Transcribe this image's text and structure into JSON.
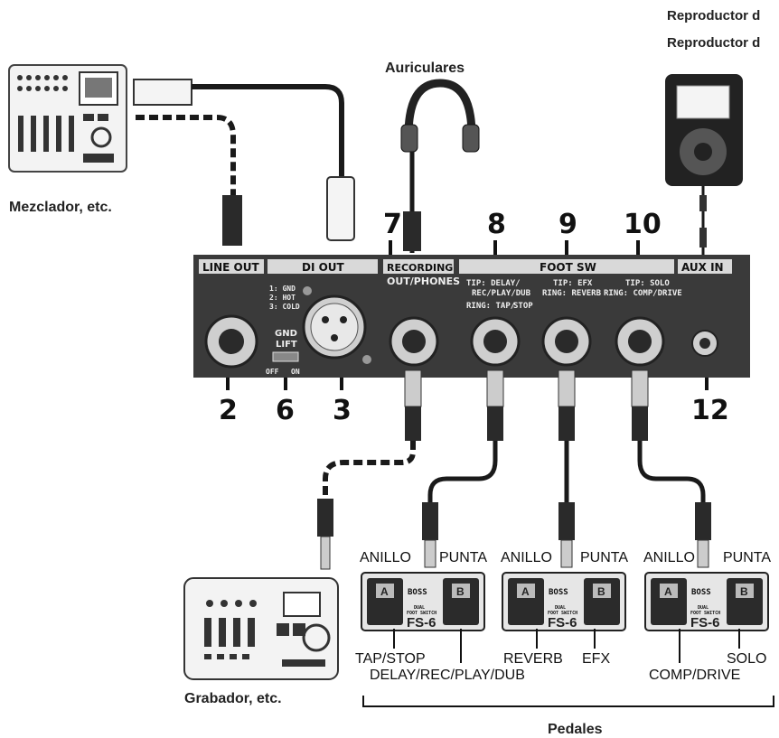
{
  "labels": {
    "player_1": "Reproductor d",
    "player_2": "Reproductor d",
    "headphones": "Auriculares",
    "mixer": "Mezclador, etc.",
    "recorder": "Grabador, etc.",
    "pedals": "Pedales"
  },
  "panel": {
    "line_out": "LINE OUT",
    "di_out": "DI OUT",
    "recording_out_1": "RECORDING",
    "recording_out_2": "OUT/PHONES",
    "foot_sw": "FOOT SW",
    "aux_in": "AUX IN",
    "di_pins_1": "1: GND",
    "di_pins_2": "2: HOT",
    "di_pins_3": "3: COLD",
    "gnd": "GND",
    "lift": "LIFT",
    "off": "OFF",
    "on": "ON",
    "fsw8_1": "TIP: DELAY/",
    "fsw8_2": "REC/PLAY/DUB",
    "fsw8_3": "RING: TAP/",
    "fsw8_4": "STOP",
    "fsw9_1": "TIP: EFX",
    "fsw9_2": "RING: REVERB",
    "fsw10_1": "TIP: SOLO",
    "fsw10_2": "RING: COMP/DRIVE"
  },
  "callouts": {
    "n7": "7",
    "n8": "8",
    "n9": "9",
    "n10": "10",
    "n2": "2",
    "n6": "6",
    "n3": "3",
    "n12": "12"
  },
  "pedal_units": [
    {
      "ring": "ANILLO",
      "tip": "PUNTA",
      "a": "A",
      "b": "B",
      "brand": "BOSS",
      "model": "FS-6",
      "dual": "DUAL",
      "foot": "FOOT SWITCH"
    },
    {
      "ring": "ANILLO",
      "tip": "PUNTA",
      "a": "A",
      "b": "B",
      "brand": "BOSS",
      "model": "FS-6",
      "dual": "DUAL",
      "foot": "FOOT SWITCH"
    },
    {
      "ring": "ANILLO",
      "tip": "PUNTA",
      "a": "A",
      "b": "B",
      "brand": "BOSS",
      "model": "FS-6",
      "dual": "DUAL",
      "foot": "FOOT SWITCH"
    }
  ],
  "pedal_functions": {
    "p1_a": "TAP/STOP",
    "p1_b": "DELAY/REC/PLAY/DUB",
    "p2_a": "REVERB",
    "p2_b": "EFX",
    "p3_a": "COMP/DRIVE",
    "p3_b": "SOLO"
  },
  "colors": {
    "panel": "#3a3a3a",
    "panel_label_bg": "#d9d9d9",
    "cable": "#1a1a1a",
    "device_body": "#f2f2f2",
    "pedal_body": "#e6e6e6",
    "pedal_pad": "#2b2b2b"
  }
}
